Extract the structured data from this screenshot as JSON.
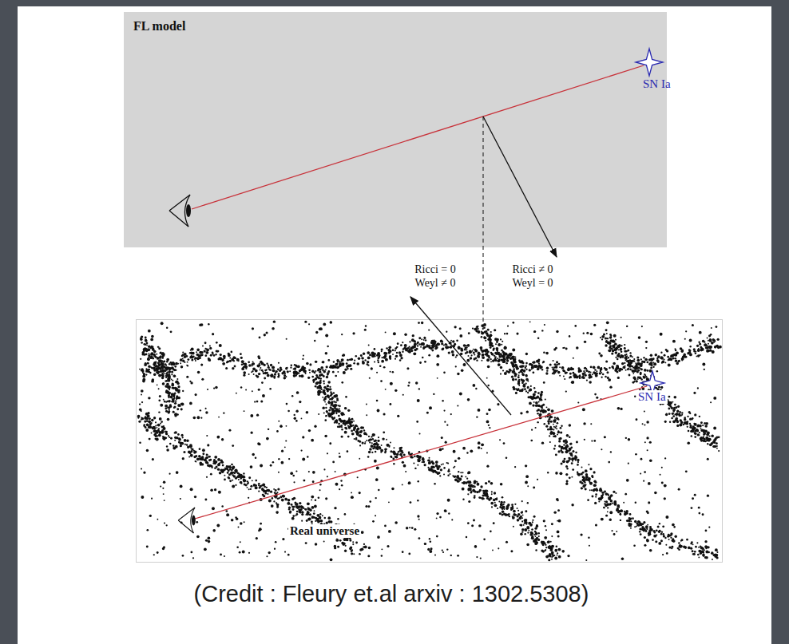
{
  "diagram": {
    "caption": "(Credit : Fleury et.al arxiv : 1302.5308)",
    "nodes": [
      {
        "text": [
          "FL model",
          "SN Ia"
        ]
      },
      {
        "text": [
          "SN Ia",
          "Real universe"
        ]
      }
    ],
    "labels": [
      "Ricci = 0 Weyl ≠ 0",
      "Ricci ≠ 0 Weyl = 0"
    ]
  }
}
